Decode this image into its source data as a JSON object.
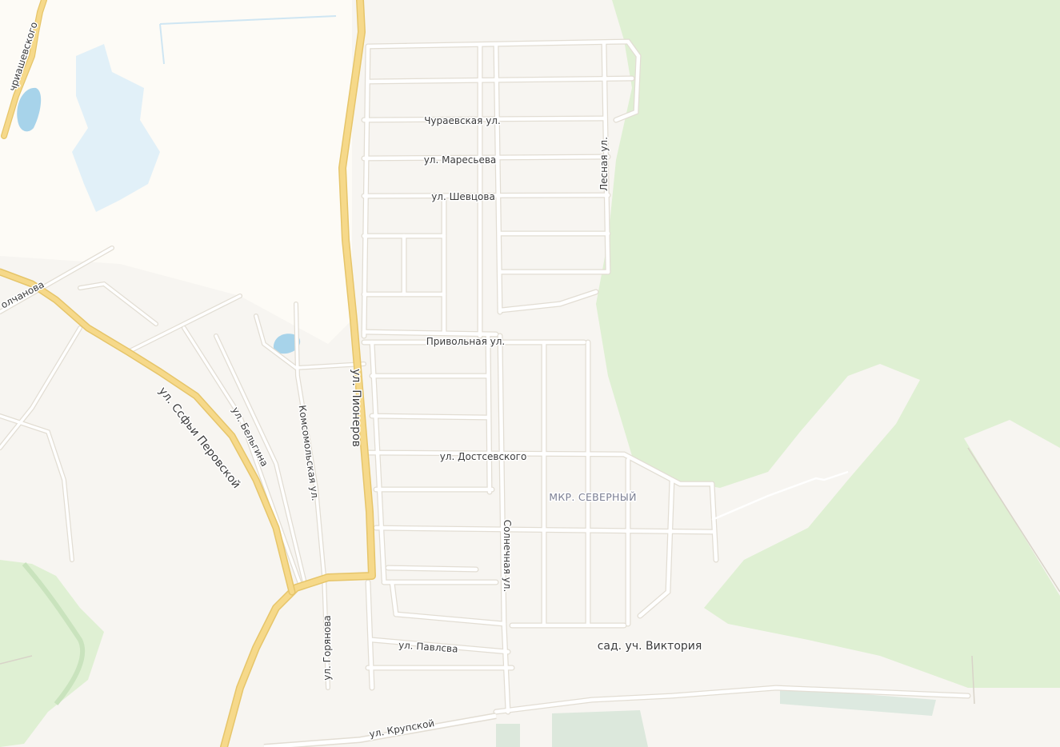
{
  "map": {
    "labels": {
      "churaevskaya": "Чураевская ул.",
      "maresyeva": "ул. Маресьева",
      "shevtsova": "ул. Шевцова",
      "lesnaya": "Лесная ул.",
      "privolnaya": "Привольная ул.",
      "pionerov": "ул. Пионеров",
      "sofyi_perovskoy": "ул. Ссфьи Перовской",
      "belgina": "ул. Бельгина",
      "komsomolskaya": "Комсомольская ул.",
      "dostoevskogo": "ул. Достсевского",
      "district_severny": "МКР. СЕВЕРНЫЙ",
      "solnechnaya": "Солнечная ул.",
      "sad_viktoriya": "сад. уч. Виктория",
      "pavlova": "ул. Павлсва",
      "goryanova": "ул. Горянова",
      "krupskoy": "ул. Крупской",
      "chirishevskogo": "чриашевского",
      "molchanova": "олчанова"
    },
    "colors": {
      "background": "#f7f5f1",
      "light_area": "#fdfbf6",
      "forest": "#dff0d3",
      "forest_dark": "#c9e3bd",
      "water": "#a7d3ea",
      "water_light": "#e1f0f8",
      "road_main": "#f6d98a",
      "road_minor": "#ffffff",
      "road_casing": "#e2ddd3",
      "industrial": "#dce8dc"
    }
  }
}
